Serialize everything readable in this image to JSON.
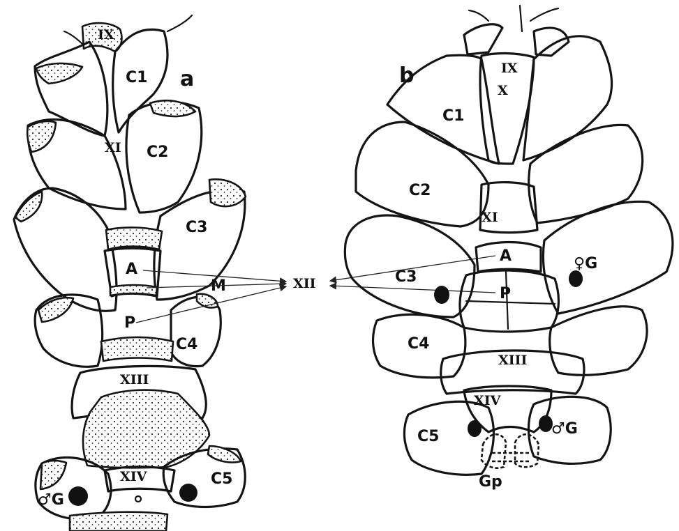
{
  "panels": {
    "a": "a",
    "b": "b"
  },
  "labels_a": {
    "IX": "IX",
    "C1": "C1",
    "XI": "XI",
    "C2": "C2",
    "C3": "C3",
    "A": "A",
    "M": "M",
    "P": "P",
    "C4": "C4",
    "XIII": "XIII",
    "XIV": "XIV",
    "C5": "C5",
    "male_G": "♂G"
  },
  "labels_b": {
    "IX": "IX",
    "X": "X",
    "C1": "C1",
    "C2": "C2",
    "XI": "XI",
    "A": "A",
    "C3": "C3",
    "female_G": "♀G",
    "P": "P",
    "C4": "C4",
    "XIII": "XIII",
    "XIV": "XIV",
    "C5": "C5",
    "male_G": "♂G",
    "Gp": "Gp"
  },
  "center_label": "XII",
  "colors": {
    "ink": "#141414",
    "background": "#ffffff"
  }
}
